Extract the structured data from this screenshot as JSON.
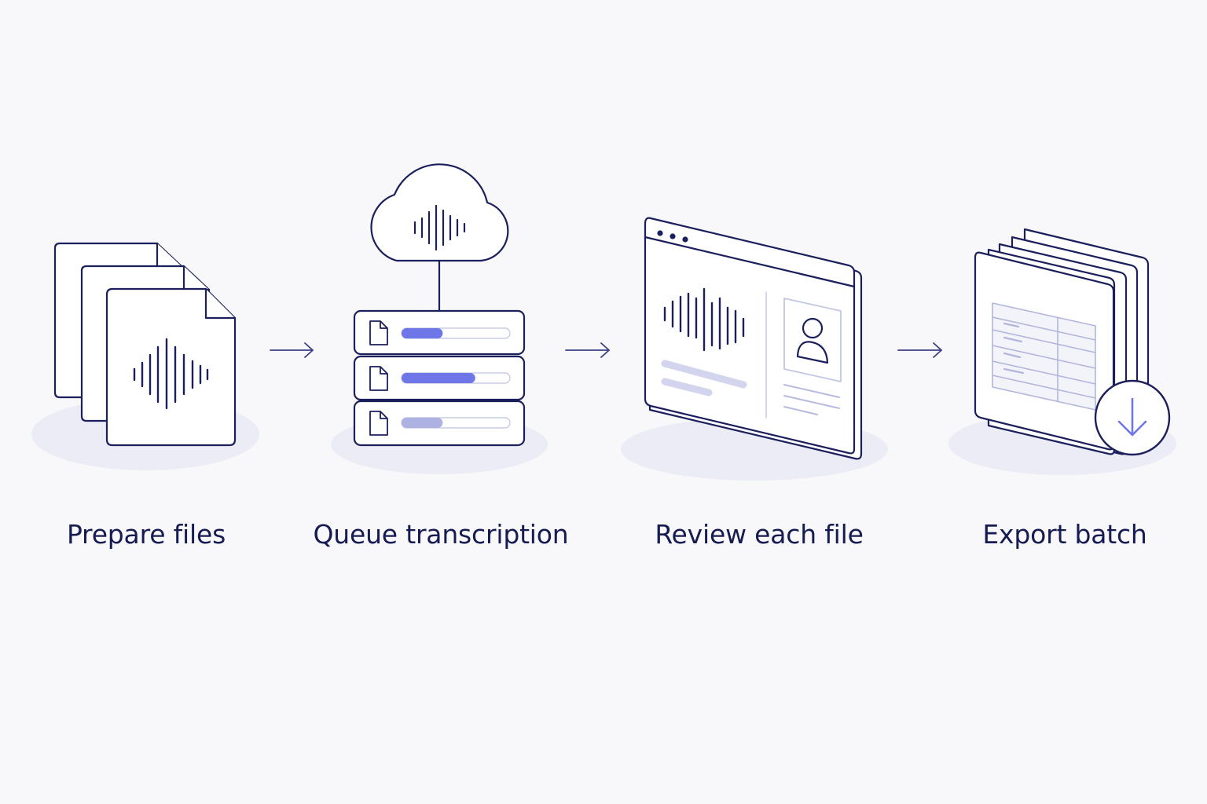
{
  "colors": {
    "background": "#f8f8fa",
    "stroke": "#1b1f5c",
    "accent": "#6e76e8",
    "accent_soft": "#aeb2e2",
    "shadow": "#ebecf6",
    "label": "#161b52"
  },
  "steps": [
    {
      "label": "Prepare files",
      "icon": "audio-files-stack-icon"
    },
    {
      "label": "Queue transcription",
      "icon": "cloud-queue-icon"
    },
    {
      "label": "Review each file",
      "icon": "review-window-icon"
    },
    {
      "label": "Export batch",
      "icon": "export-sheets-icon"
    }
  ],
  "queue": {
    "progress": [
      0.38,
      0.68,
      0.38
    ]
  },
  "arrows": [
    "arrow-right-icon",
    "arrow-right-icon",
    "arrow-right-icon"
  ]
}
